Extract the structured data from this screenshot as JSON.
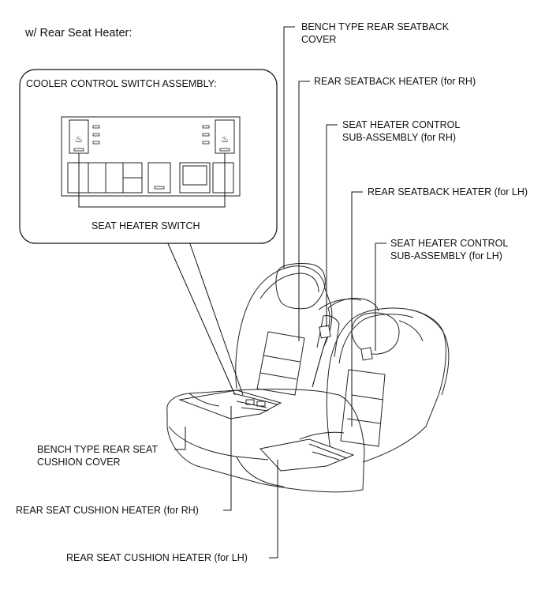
{
  "header": {
    "variant": "w/ Rear Seat Heater:"
  },
  "inset": {
    "title": "COOLER CONTROL SWITCH ASSEMBLY:",
    "switch_label": "SEAT HEATER SWITCH"
  },
  "callouts": {
    "bench_back_cover_line1": "BENCH TYPE REAR SEATBACK",
    "bench_back_cover_line2": "COVER",
    "back_heater_rh": "REAR SEATBACK HEATER (for RH)",
    "control_rh_line1": "SEAT HEATER CONTROL",
    "control_rh_line2": "SUB-ASSEMBLY (for RH)",
    "back_heater_lh": "REAR SEATBACK HEATER (for LH)",
    "control_lh_line1": "SEAT HEATER CONTROL",
    "control_lh_line2": "SUB-ASSEMBLY (for LH)",
    "cushion_cover_line1": "BENCH TYPE REAR SEAT",
    "cushion_cover_line2": "CUSHION COVER",
    "cushion_heater_rh": "REAR SEAT CUSHION HEATER (for RH)",
    "cushion_heater_lh": "REAR SEAT CUSHION HEATER (for LH)"
  }
}
